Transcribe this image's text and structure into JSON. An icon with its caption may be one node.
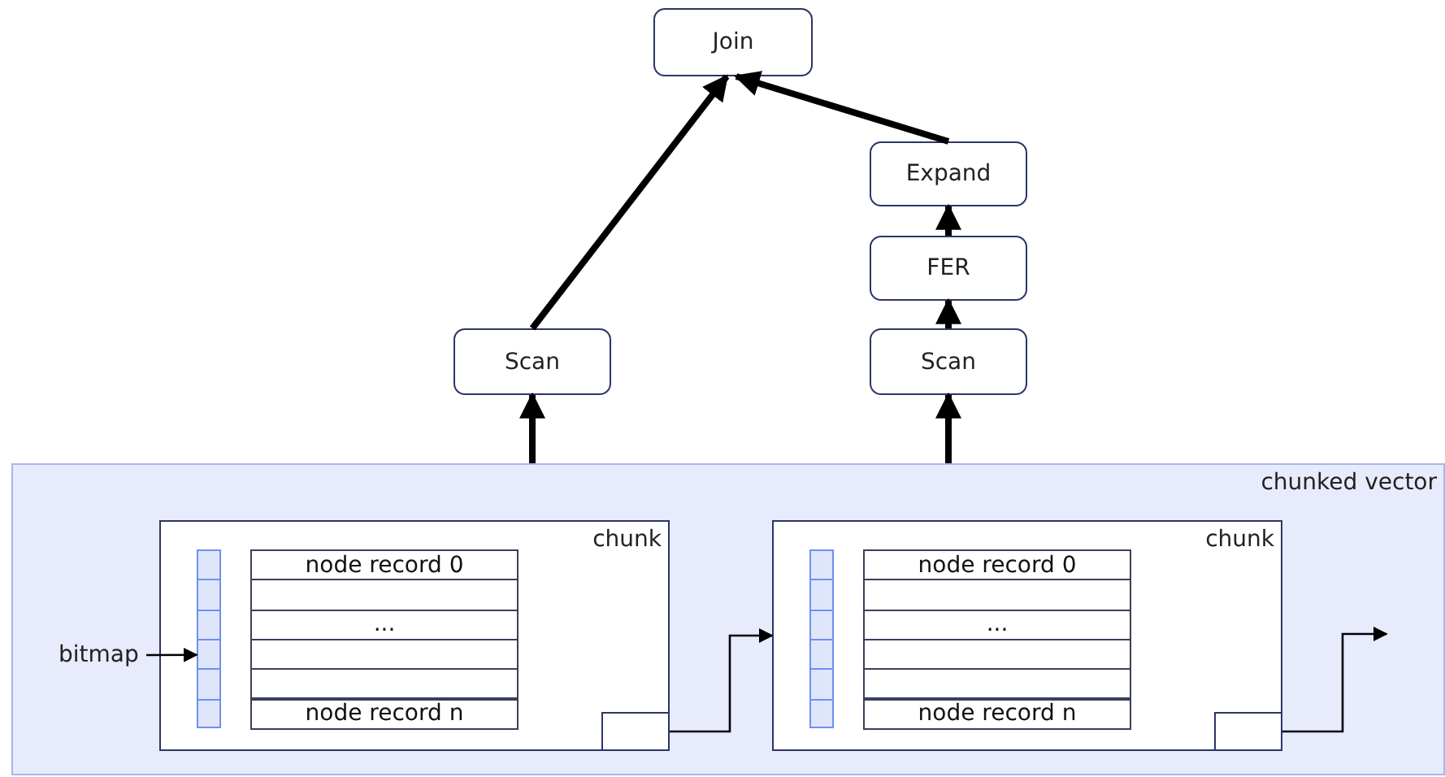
{
  "diagram": {
    "nodes": [
      {
        "text": [
          "Join"
        ]
      },
      {
        "text": [
          "Expand"
        ]
      },
      {
        "text": [
          "FER"
        ]
      },
      {
        "text": [
          "Scan"
        ]
      },
      {
        "text": [
          "Scan"
        ]
      },
      {
        "text": [
          "chunked vector"
        ]
      },
      {
        "text": [
          "chunk"
        ],
        "in": 5
      },
      {
        "text": [
          "bitmap"
        ],
        "in": 5
      },
      {
        "text": [],
        "shape": "bar",
        "in": 6
      },
      {
        "text": [
          "node record 0"
        ],
        "in": 6
      },
      {
        "text": [],
        "shape": "box",
        "in": 6
      },
      {
        "text": [
          "..."
        ],
        "in": 6
      },
      {
        "text": [],
        "shape": "box",
        "in": 6
      },
      {
        "text": [],
        "shape": "box",
        "in": 6
      },
      {
        "text": [
          "node record n"
        ],
        "in": 6
      },
      {
        "text": [],
        "shape": "box",
        "in": 6
      },
      {
        "text": [
          "chunk"
        ],
        "in": 5
      },
      {
        "text": [],
        "shape": "bar",
        "in": 16
      },
      {
        "text": [
          "node record 0"
        ],
        "in": 16
      },
      {
        "text": [],
        "shape": "box",
        "in": 16
      },
      {
        "text": [
          "..."
        ],
        "in": 16
      },
      {
        "text": [],
        "shape": "box",
        "in": 16
      },
      {
        "text": [],
        "shape": "box",
        "in": 16
      },
      {
        "text": [
          "node record n"
        ],
        "in": 16
      },
      {
        "text": [],
        "shape": "box",
        "in": 16
      }
    ],
    "edges": [
      {
        "from": 3,
        "to": 0,
        "arrow": "to"
      },
      {
        "from": 1,
        "to": 0,
        "arrow": "to"
      },
      {
        "from": 2,
        "to": 1,
        "arrow": "to"
      },
      {
        "from": 4,
        "to": 2,
        "arrow": "to"
      },
      {
        "from": 5,
        "to": 3,
        "arrow": "to"
      },
      {
        "from": 5,
        "to": 4,
        "arrow": "to"
      },
      {
        "from": 7,
        "to": 8,
        "arrow": "to"
      },
      {
        "from": 15,
        "to": 16,
        "arrow": "to"
      },
      {
        "from": 24,
        "to": null,
        "arrow": "to"
      }
    ]
  }
}
